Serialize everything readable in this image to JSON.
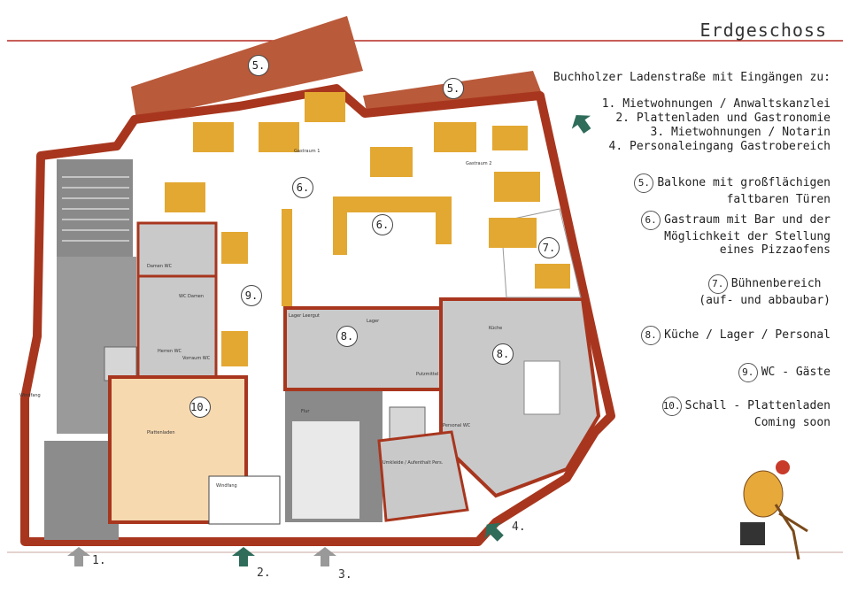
{
  "title": "Erdgeschoss",
  "legend": {
    "intro": "Buchholzer Ladenstraße mit Eingängen zu:",
    "entrances": [
      "1. Mietwohnungen / Anwaltskanzlei",
      "2. Plattenladen und Gastronomie",
      "3. Mietwohnungen / Notarin",
      "4. Personaleingang Gastrobereich"
    ],
    "items": [
      {
        "num": "5.",
        "lines": [
          "Balkone mit großflächigen",
          "faltbaren Türen"
        ]
      },
      {
        "num": "6.",
        "lines": [
          "Gastraum mit Bar und der",
          "Möglichkeit der Stellung",
          "eines Pizzaofens"
        ]
      },
      {
        "num": "7.",
        "lines": [
          "Bühnenbereich",
          "(auf- und abbaubar)"
        ]
      },
      {
        "num": "8.",
        "lines": [
          "Küche / Lager / Personal"
        ]
      },
      {
        "num": "9.",
        "lines": [
          "WC - Gäste"
        ]
      },
      {
        "num": "10.",
        "lines": [
          "Schall - Plattenladen",
          "Coming soon"
        ]
      }
    ]
  },
  "map_markers": {
    "balcony_left": "5.",
    "balcony_right": "5.",
    "gastraum_left": "6.",
    "gastraum_bar": "6.",
    "stage": "7.",
    "wc": "9.",
    "storage": "8.",
    "kitchen": "8.",
    "record_shop": "10."
  },
  "entrance_labels": [
    "1.",
    "2.",
    "3.",
    "4."
  ],
  "room_labels": {
    "gastraum1": "Gastraum 1",
    "gastraum2": "Gastraum 2",
    "plattenladen": "Plattenladen",
    "kueche": "Küche",
    "lager": "Lager",
    "lager_leergut": "Lager Leergut",
    "putzmittel": "Putzmittel",
    "personal_wc": "Personal WC",
    "umkleide": "Umkleide / Aufenthalt Pers.",
    "windfang_a": "Windfang",
    "windfang_b": "Windfang",
    "damen_wc": "Damen WC",
    "herren_wc": "Herren WC",
    "wc_damen": "WC Damen",
    "vorraum_wc": "Vorraum WC",
    "flur": "Flur"
  },
  "colors": {
    "wall": "#a8361e",
    "room_grey": "#c9c9ca",
    "stair_grey": "#8a8a8a",
    "shop": "#f7d9b0",
    "table": "#e3a832",
    "arrow_grey": "#999999",
    "arrow_green": "#2f6c5a",
    "rule": "#b52a20"
  }
}
